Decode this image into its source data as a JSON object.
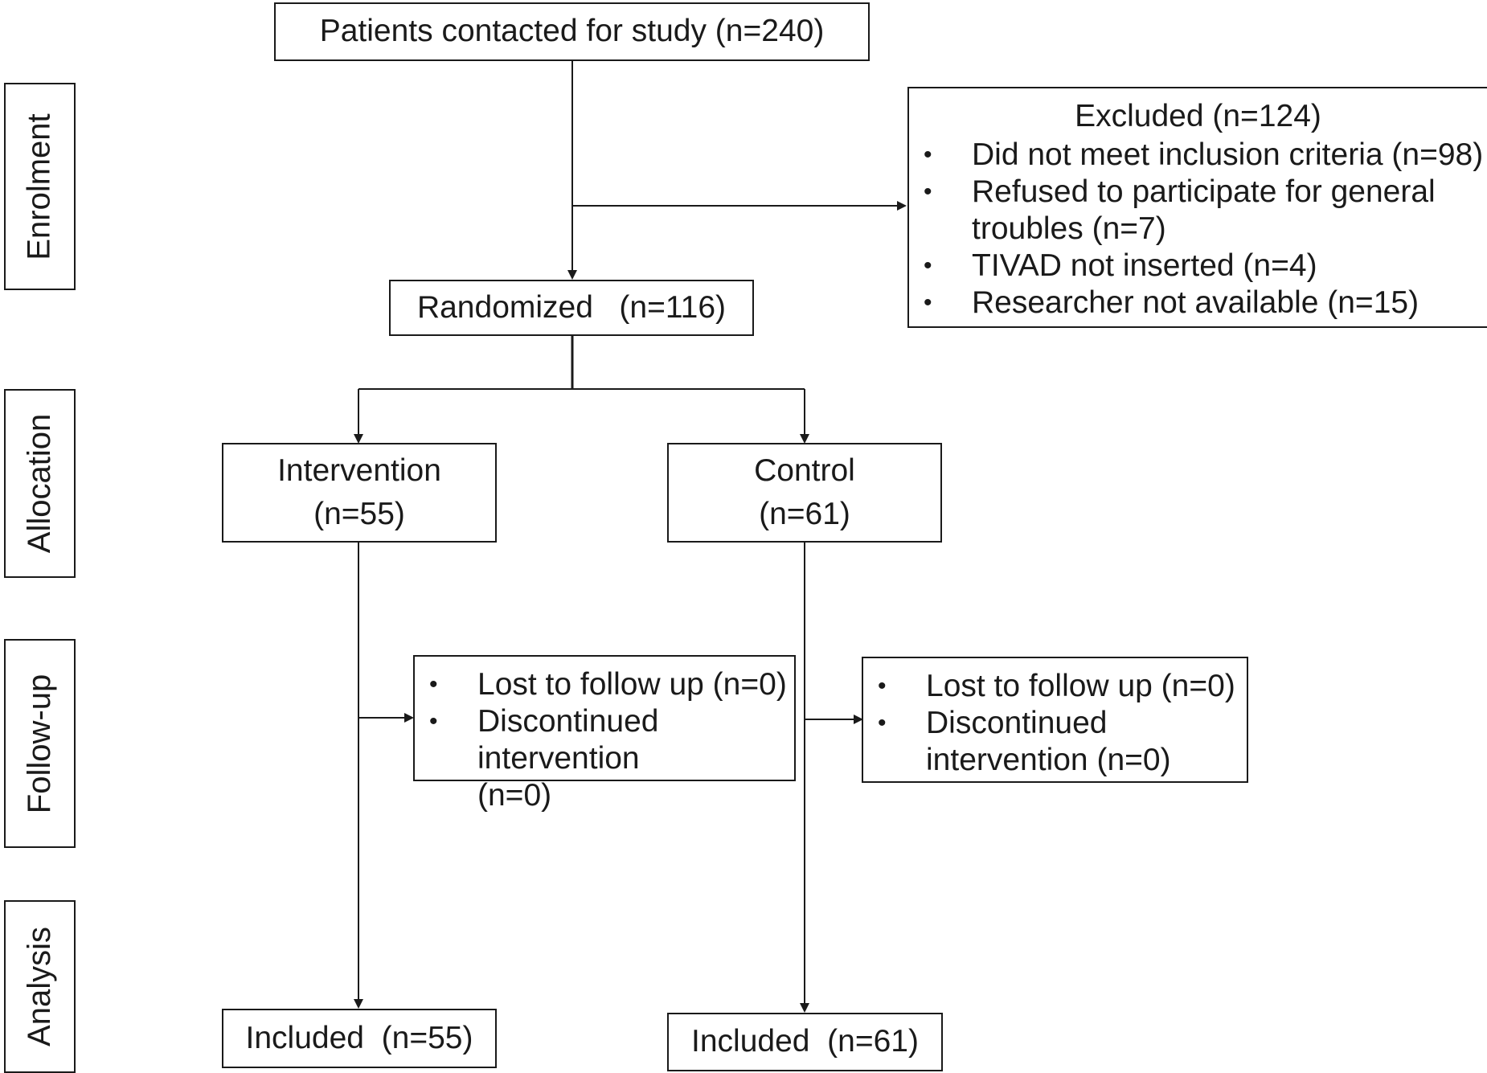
{
  "stages": {
    "enrolment": "Enrolment",
    "allocation": "Allocation",
    "follow_up": "Follow-up",
    "analysis": "Analysis"
  },
  "contacted": "Patients contacted for study (n=240)",
  "excluded": {
    "title": "Excluded  (n=124)",
    "items": [
      "Did not meet inclusion criteria (n=98)",
      "Refused to participate for general troubles (n=7)",
      "TIVAD not inserted (n=4)",
      "Researcher not available (n=15)"
    ]
  },
  "randomized": "Randomized   (n=116)",
  "intervention": {
    "name": "Intervention",
    "count": "(n=55)"
  },
  "control": {
    "name": "Control",
    "count": "(n=61)"
  },
  "followup_intervention": {
    "items": [
      "Lost to follow up (n=0)",
      "Discontinued intervention (n=0)"
    ]
  },
  "followup_control": {
    "items": [
      "Lost to follow up (n=0)",
      "Discontinued intervention (n=0)"
    ]
  },
  "included_intervention": "Included  (n=55)",
  "included_control": "Included  (n=61)"
}
